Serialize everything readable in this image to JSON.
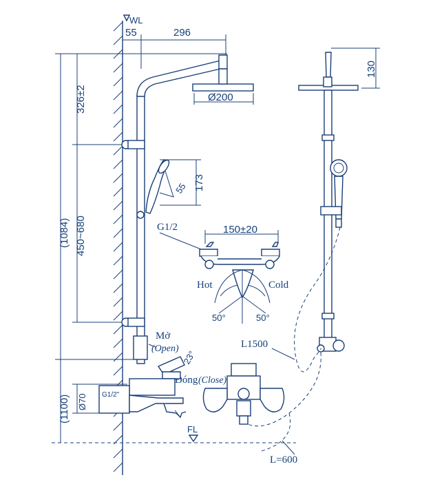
{
  "labels": {
    "wall_line": "WL",
    "floor_line": "FL",
    "dim_55": "55",
    "dim_296": "296",
    "dim_326": "326±2",
    "dim_450_680": "450~680",
    "dim_1084": "(1084)",
    "dim_1100": "(1100)",
    "dim_200": "Ø200",
    "dim_130": "130",
    "dim_173": "173",
    "dim_55_angle": "55",
    "dim_150": "150±20",
    "dim_70": "Ø70",
    "g12_top": "G1/2",
    "g12_small": "G1/2\"",
    "hot": "Hot",
    "cold": "Cold",
    "angle_50_left": "50°",
    "angle_50_right": "50°",
    "angle_23": "23°",
    "mo": "Mở",
    "open": "(Open)",
    "dong": "Đóng",
    "close": "(Close)",
    "l1500": "L1500",
    "l600": "L=600"
  }
}
